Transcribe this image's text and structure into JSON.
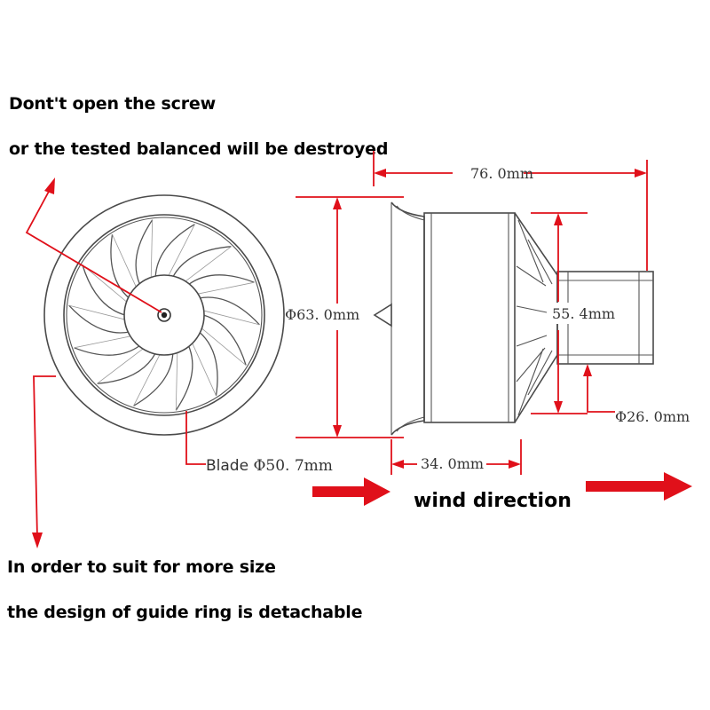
{
  "notes": {
    "screw_line1": "Dont't open the screw",
    "screw_line2": "or the tested balanced will be destroyed",
    "ring_line1": "In order to suit for more size",
    "ring_line2": "the design of guide ring is detachable"
  },
  "dimensions": {
    "overall_length": "76. 0mm",
    "outer_diameter": "Φ63. 0mm",
    "inner_diameter": "55. 4mm",
    "motor_diameter": "Φ26. 0mm",
    "body_length": "34. 0mm",
    "blade_prefix": "Blade ",
    "blade_value": "Φ50. 7mm"
  },
  "wind_label": "wind direction",
  "colors": {
    "accent": "#e0101a",
    "line": "#4a4a4a",
    "text": "#000000"
  }
}
